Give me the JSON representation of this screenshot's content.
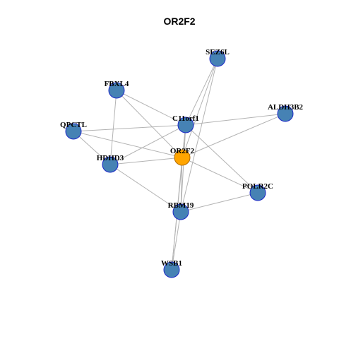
{
  "title": "OR2F2",
  "colors": {
    "default_node_fill": "#4682b4",
    "default_node_stroke": "#1c28c8",
    "focus_node_fill": "#ffa500",
    "focus_node_stroke": "#b36b00",
    "edge": "#b3b3b3"
  },
  "nodes": [
    {
      "id": "SEZ6L",
      "label": "SEZ6L",
      "focus": false
    },
    {
      "id": "FBXL4",
      "label": "FBXL4",
      "focus": false
    },
    {
      "id": "ALDH3B2",
      "label": "ALDH3B2",
      "focus": false
    },
    {
      "id": "C11orf1",
      "label": "C11orf1",
      "focus": false
    },
    {
      "id": "QPCTL",
      "label": "QPCTL",
      "focus": false
    },
    {
      "id": "OR2F2",
      "label": "OR2F2",
      "focus": true
    },
    {
      "id": "HDHD3",
      "label": "HDHD3",
      "focus": false
    },
    {
      "id": "POLR2C",
      "label": "POLR2C",
      "focus": false
    },
    {
      "id": "RBM19",
      "label": "RBM19",
      "focus": false
    },
    {
      "id": "WSB1",
      "label": "WSB1",
      "focus": false
    }
  ],
  "edges": [
    [
      "SEZ6L",
      "C11orf1"
    ],
    [
      "SEZ6L",
      "OR2F2"
    ],
    [
      "SEZ6L",
      "RBM19"
    ],
    [
      "FBXL4",
      "C11orf1"
    ],
    [
      "FBXL4",
      "OR2F2"
    ],
    [
      "FBXL4",
      "HDHD3"
    ],
    [
      "ALDH3B2",
      "C11orf1"
    ],
    [
      "ALDH3B2",
      "OR2F2"
    ],
    [
      "QPCTL",
      "C11orf1"
    ],
    [
      "QPCTL",
      "OR2F2"
    ],
    [
      "QPCTL",
      "HDHD3"
    ],
    [
      "C11orf1",
      "HDHD3"
    ],
    [
      "C11orf1",
      "OR2F2"
    ],
    [
      "C11orf1",
      "POLR2C"
    ],
    [
      "C11orf1",
      "RBM19"
    ],
    [
      "C11orf1",
      "WSB1"
    ],
    [
      "HDHD3",
      "OR2F2"
    ],
    [
      "HDHD3",
      "RBM19"
    ],
    [
      "OR2F2",
      "POLR2C"
    ],
    [
      "OR2F2",
      "RBM19"
    ],
    [
      "OR2F2",
      "WSB1"
    ],
    [
      "POLR2C",
      "RBM19"
    ],
    [
      "RBM19",
      "WSB1"
    ]
  ]
}
